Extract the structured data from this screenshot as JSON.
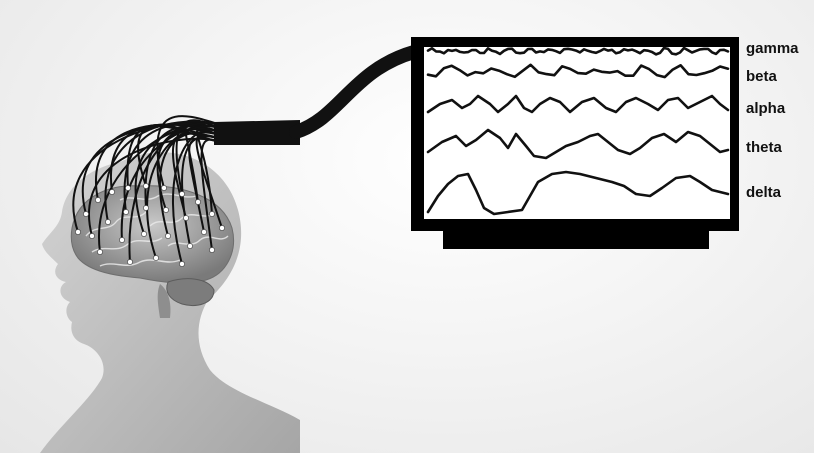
{
  "waves": [
    {
      "label": "gamma"
    },
    {
      "label": "beta"
    },
    {
      "label": "alpha"
    },
    {
      "label": "theta"
    },
    {
      "label": "delta"
    }
  ],
  "colors": {
    "wire": "#111111",
    "monitor_frame": "#000000",
    "screen": "#ffffff",
    "head": "#bdbdbd",
    "brain": "#8a8a8a"
  }
}
